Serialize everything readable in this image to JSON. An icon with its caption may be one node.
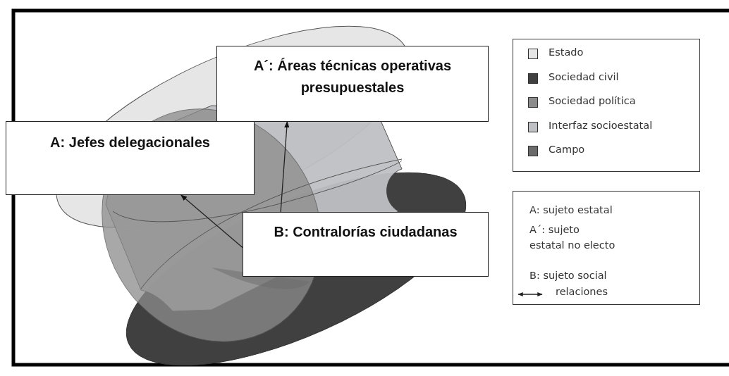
{
  "diagram": {
    "nodes": [
      {
        "text": [
          "A´: Áreas técnicas operativas presupuestales"
        ]
      },
      {
        "text": [
          "A: Jefes delegacionales"
        ]
      },
      {
        "text": [
          "B: Contralorías ciudadanas"
        ]
      }
    ],
    "edges": [
      {
        "from": 2,
        "to": 1,
        "arrow": "to"
      },
      {
        "from": 2,
        "to": 0,
        "arrow": "to"
      }
    ],
    "labels": [
      "A: sujeto estatal",
      "A´: sujeto estatal no electo",
      "B: sujeto social"
    ],
    "legend": [
      {
        "text": "Estado",
        "color": "#e6e6e6"
      },
      {
        "text": "Sociedad civil",
        "color": "#404040"
      },
      {
        "text": "Sociedad política",
        "color": "#8c8c8c"
      },
      {
        "text": "Interfaz socioestatal",
        "color": "#bfc0c4"
      },
      {
        "text": "Campo",
        "color": "#6b6b6b"
      },
      {
        "text": "relaciones"
      }
    ]
  }
}
